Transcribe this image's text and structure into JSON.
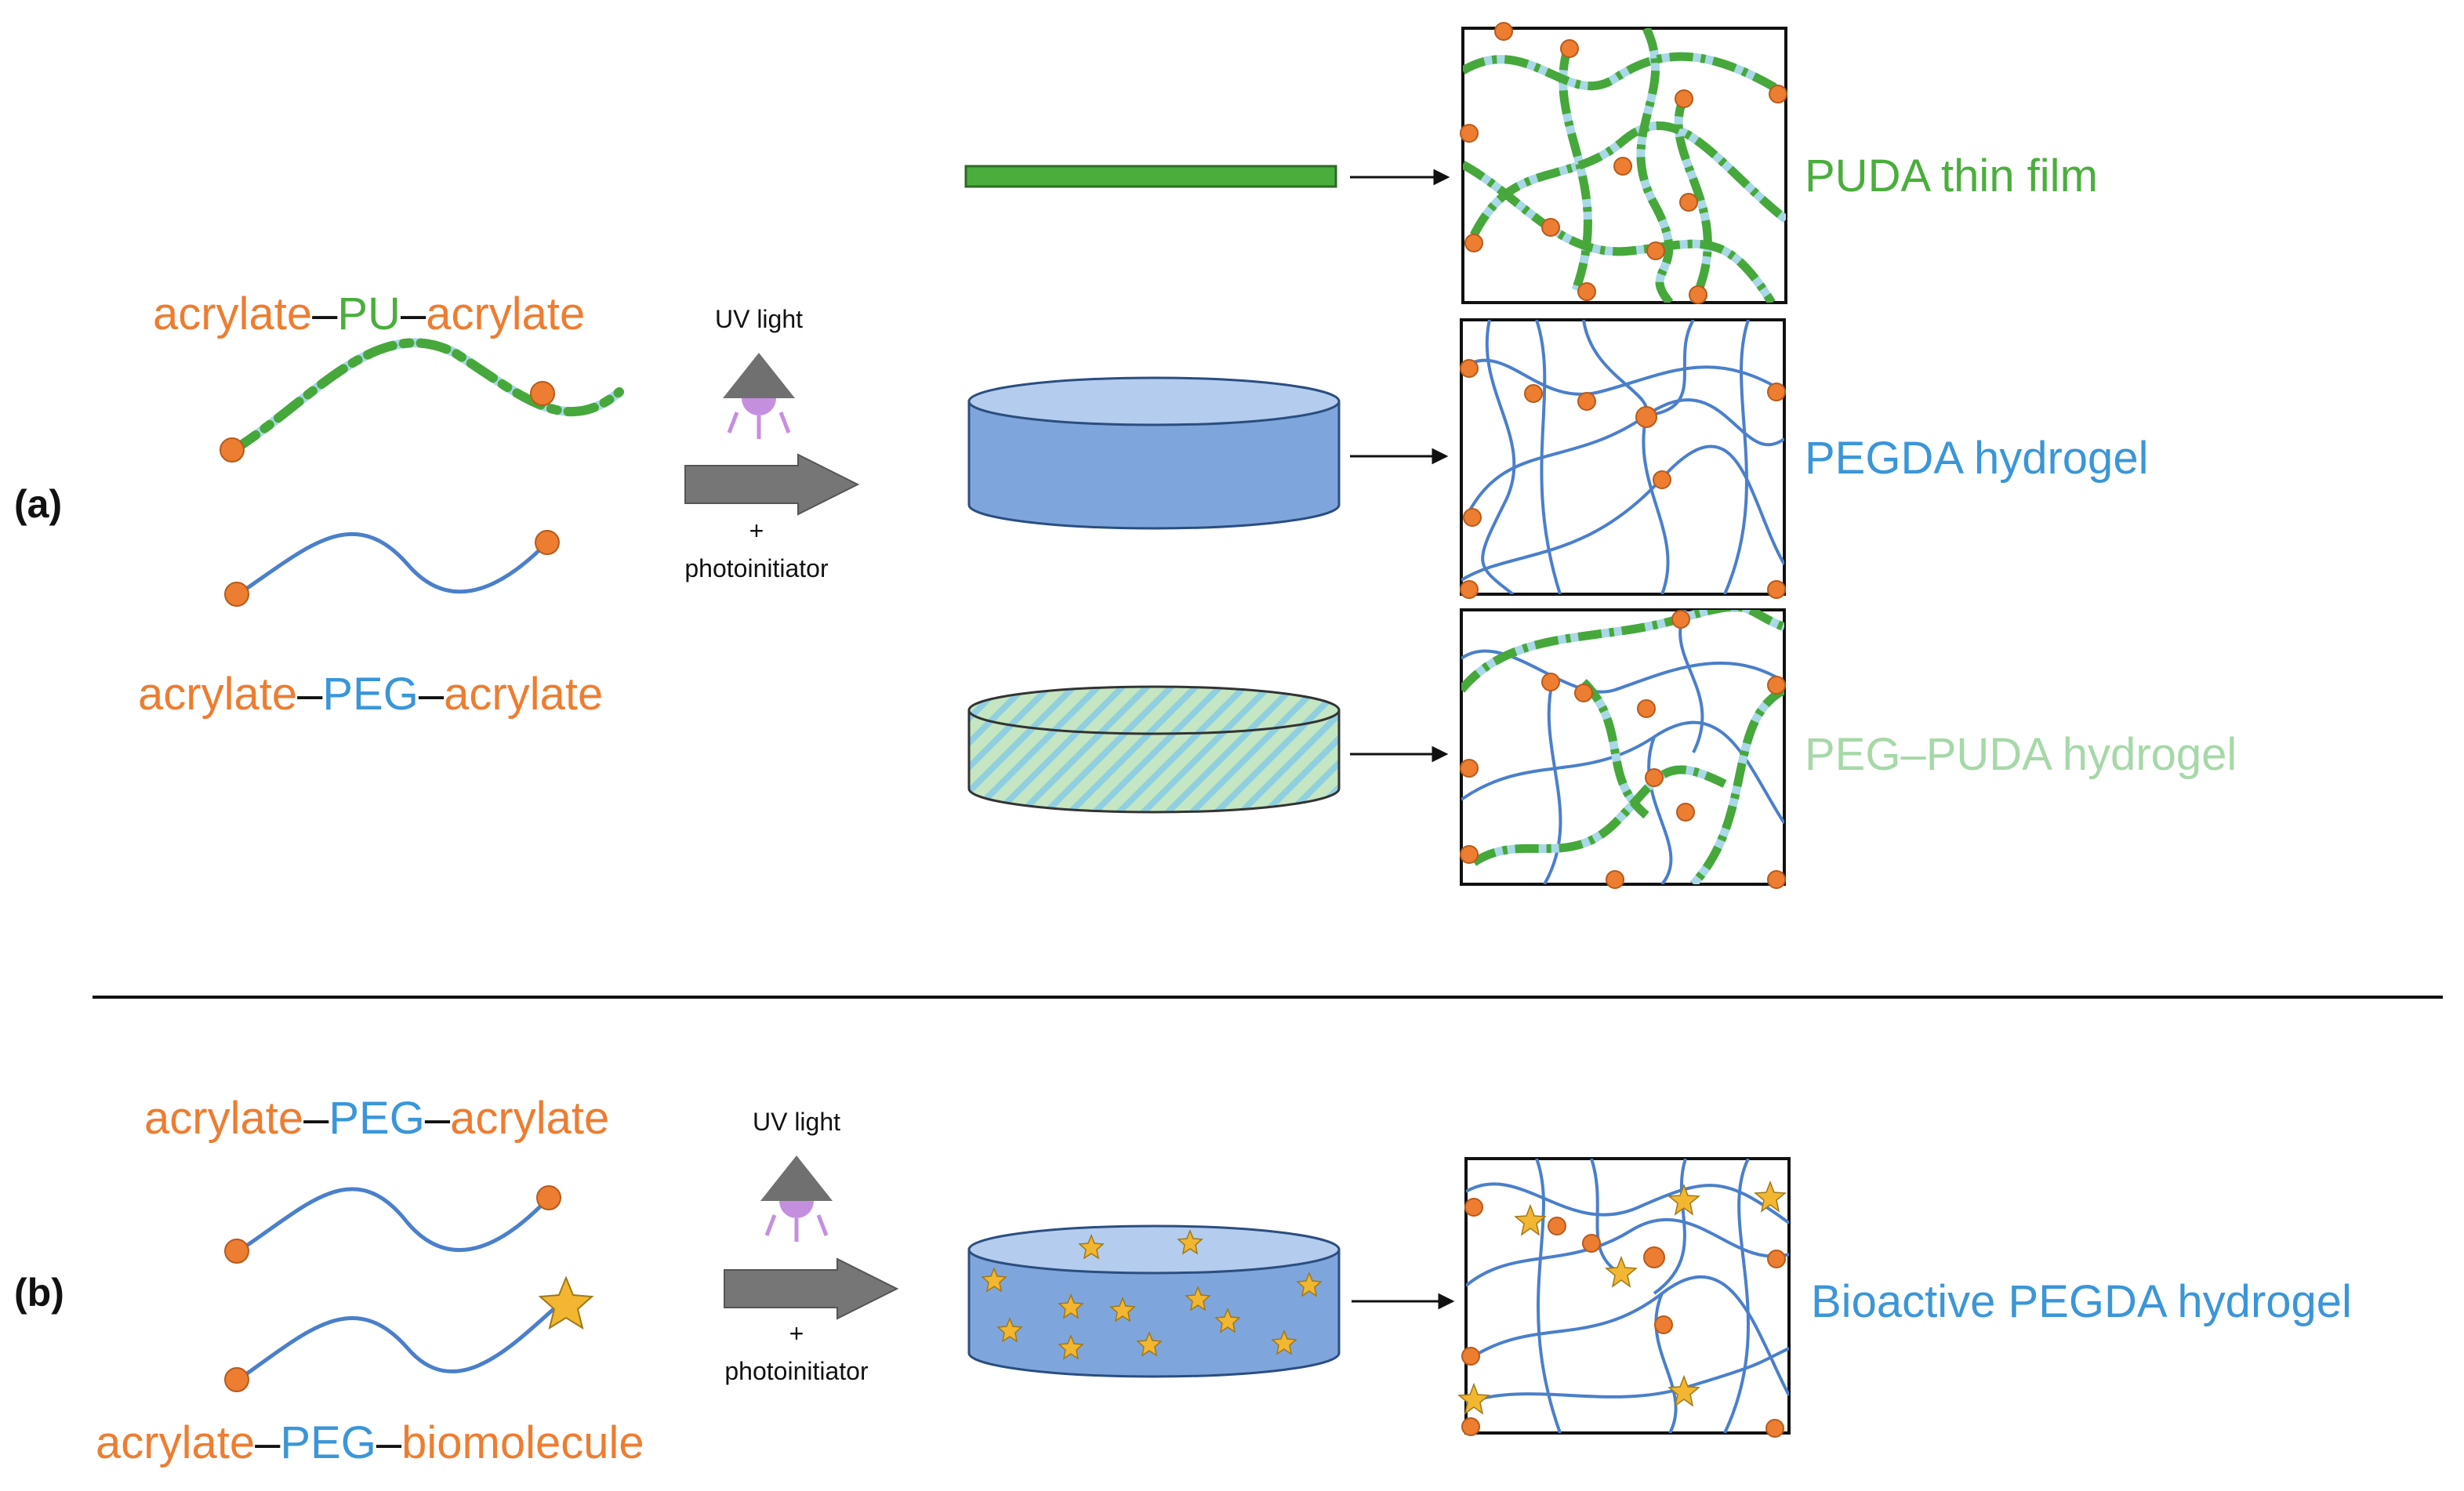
{
  "colors": {
    "acrylate": "#ED7D31",
    "pu": "#4AAE3C",
    "peg": "#3A96D8",
    "peg_puda": "#A6D8A8",
    "chain_blue": "#4A7FCB",
    "chain_green": "#46A83A",
    "chain_pale": "#A9D8E6",
    "node": "#ED7D31",
    "disc_blue": "#7FA6DC",
    "disc_top": "#B4CCEE",
    "star": "#F2B630",
    "arrow": "#767676",
    "lamp_purple": "#C58FE0"
  },
  "panel_a": {
    "label": "(a)",
    "monomer1": {
      "acrylate_left": "acrylate",
      "dash1": "–",
      "core": "PU",
      "dash2": "–",
      "acrylate_right": "acrylate"
    },
    "monomer2": {
      "acrylate_left": "acrylate",
      "dash1": "–",
      "core": "PEG",
      "dash2": "–",
      "acrylate_right": "acrylate"
    },
    "uv_label": "UV light",
    "plus": "+",
    "photoinitiator": "photoinitiator",
    "products": [
      {
        "name": "PUDA thin film",
        "color_key": "pu"
      },
      {
        "name": "PEGDA hydrogel",
        "color_key": "peg"
      },
      {
        "name": "PEG–PUDA hydrogel",
        "color_key": "peg_puda"
      }
    ]
  },
  "panel_b": {
    "label": "(b)",
    "monomer1": {
      "acrylate_left": "acrylate",
      "dash1": "–",
      "core": "PEG",
      "dash2": "–",
      "acrylate_right": "acrylate"
    },
    "monomer2": {
      "acrylate_left": "acrylate",
      "dash1": "–",
      "core": "PEG",
      "dash2": "–",
      "end": "biomolecule"
    },
    "uv_label": "UV light",
    "plus": "+",
    "photoinitiator": "photoinitiator",
    "product": {
      "name": "Bioactive PEGDA hydrogel",
      "color_key": "peg"
    }
  }
}
